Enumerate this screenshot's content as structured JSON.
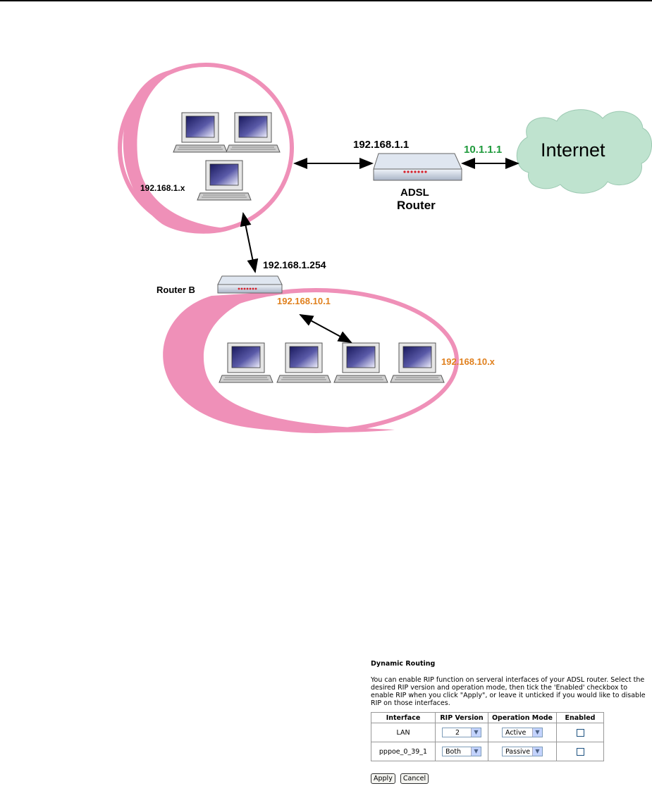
{
  "diagram": {
    "labels": {
      "router_lan_ip": "192.168.1.1",
      "wan_ip": "10.1.1.1",
      "internet": "Internet",
      "lan_hosts": "192.168.1.x",
      "adsl_router_line1": "ADSL",
      "adsl_router_line2": "Router",
      "router_b_ip": "192.168.1.254",
      "router_b": "Router B",
      "router_b_lan_ip": "192.168.10.1",
      "lan_b_hosts": "192.168.10.x"
    },
    "colors": {
      "ring": "#ef90b8",
      "cloud": "#bfe3cf",
      "wan_label": "#1f9a3c",
      "lan_b_label": "#e0801e",
      "screen_dark": "#1a1a5e"
    }
  },
  "dynamic_routing": {
    "title": "Dynamic Routing",
    "description": "You can enable RIP function on serveral interfaces of your ADSL router. Select the desired RIP version and operation mode, then tick the 'Enabled' checkbox to enable RIP when you click \"Apply\", or leave it unticked if you would like to disable RIP on those interfaces.",
    "columns": [
      "Interface",
      "RIP Version",
      "Operation Mode",
      "Enabled"
    ],
    "rows": [
      {
        "interface": "LAN",
        "rip_version": "2",
        "operation_mode": "Active",
        "enabled": false
      },
      {
        "interface": "pppoe_0_39_1",
        "rip_version": "Both",
        "operation_mode": "Passive",
        "enabled": false
      }
    ],
    "apply_label": "Apply",
    "cancel_label": "Cancel"
  }
}
